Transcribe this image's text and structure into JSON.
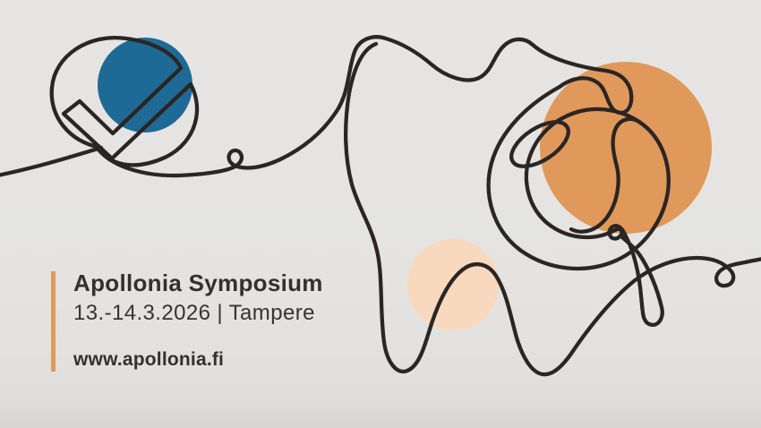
{
  "banner": {
    "title": "Apollonia Symposium",
    "date_location": "13.-14.3.2026 | Tampere",
    "website": "www.apollonia.fi",
    "text_color": "#35302d",
    "background_color": "#e4e3e1"
  },
  "artwork": {
    "line_color": "#2b2523",
    "accent_colors": {
      "blue": "#1e6a97",
      "orange": "#e0995a",
      "peach": "#f8d9bd"
    },
    "motifs": [
      "checkmark",
      "tooth",
      "magnifying-glass",
      "continuous-one-line-drawing"
    ]
  }
}
